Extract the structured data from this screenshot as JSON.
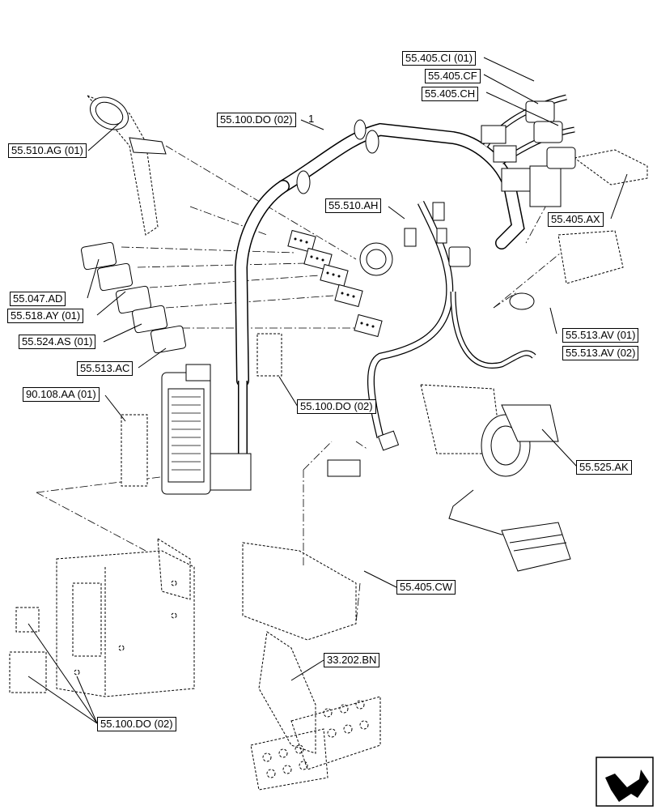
{
  "callouts": {
    "c_55_510_ag": "55.510.AG (01)",
    "c_55_405_ci": "55.405.CI (01)",
    "c_55_405_cf": "55.405.CF",
    "c_55_405_ch": "55.405.CH",
    "c_55_100_do_top": "55.100.DO (02)",
    "c_55_510_ah": "55.510.AH",
    "c_55_405_ax": "55.405.AX",
    "c_55_047_ad": "55.047.AD",
    "c_55_518_ay": "55.518.AY (01)",
    "c_55_524_as": "55.524.AS (01)",
    "c_55_513_ac": "55.513.AC",
    "c_55_513_av_01": "55.513.AV (01)",
    "c_55_513_av_02": "55.513.AV (02)",
    "c_90_108_aa": "90.108.AA (01)",
    "c_55_100_do_mid": "55.100.DO (02)",
    "c_55_525_ak": "55.525.AK",
    "c_55_405_cw": "55.405.CW",
    "c_33_202_bn": "33.202.BN",
    "c_55_100_do_bottom": "55.100.DO (02)"
  },
  "item_marker": "1",
  "nav_icon": "next-page-arrow-icon"
}
